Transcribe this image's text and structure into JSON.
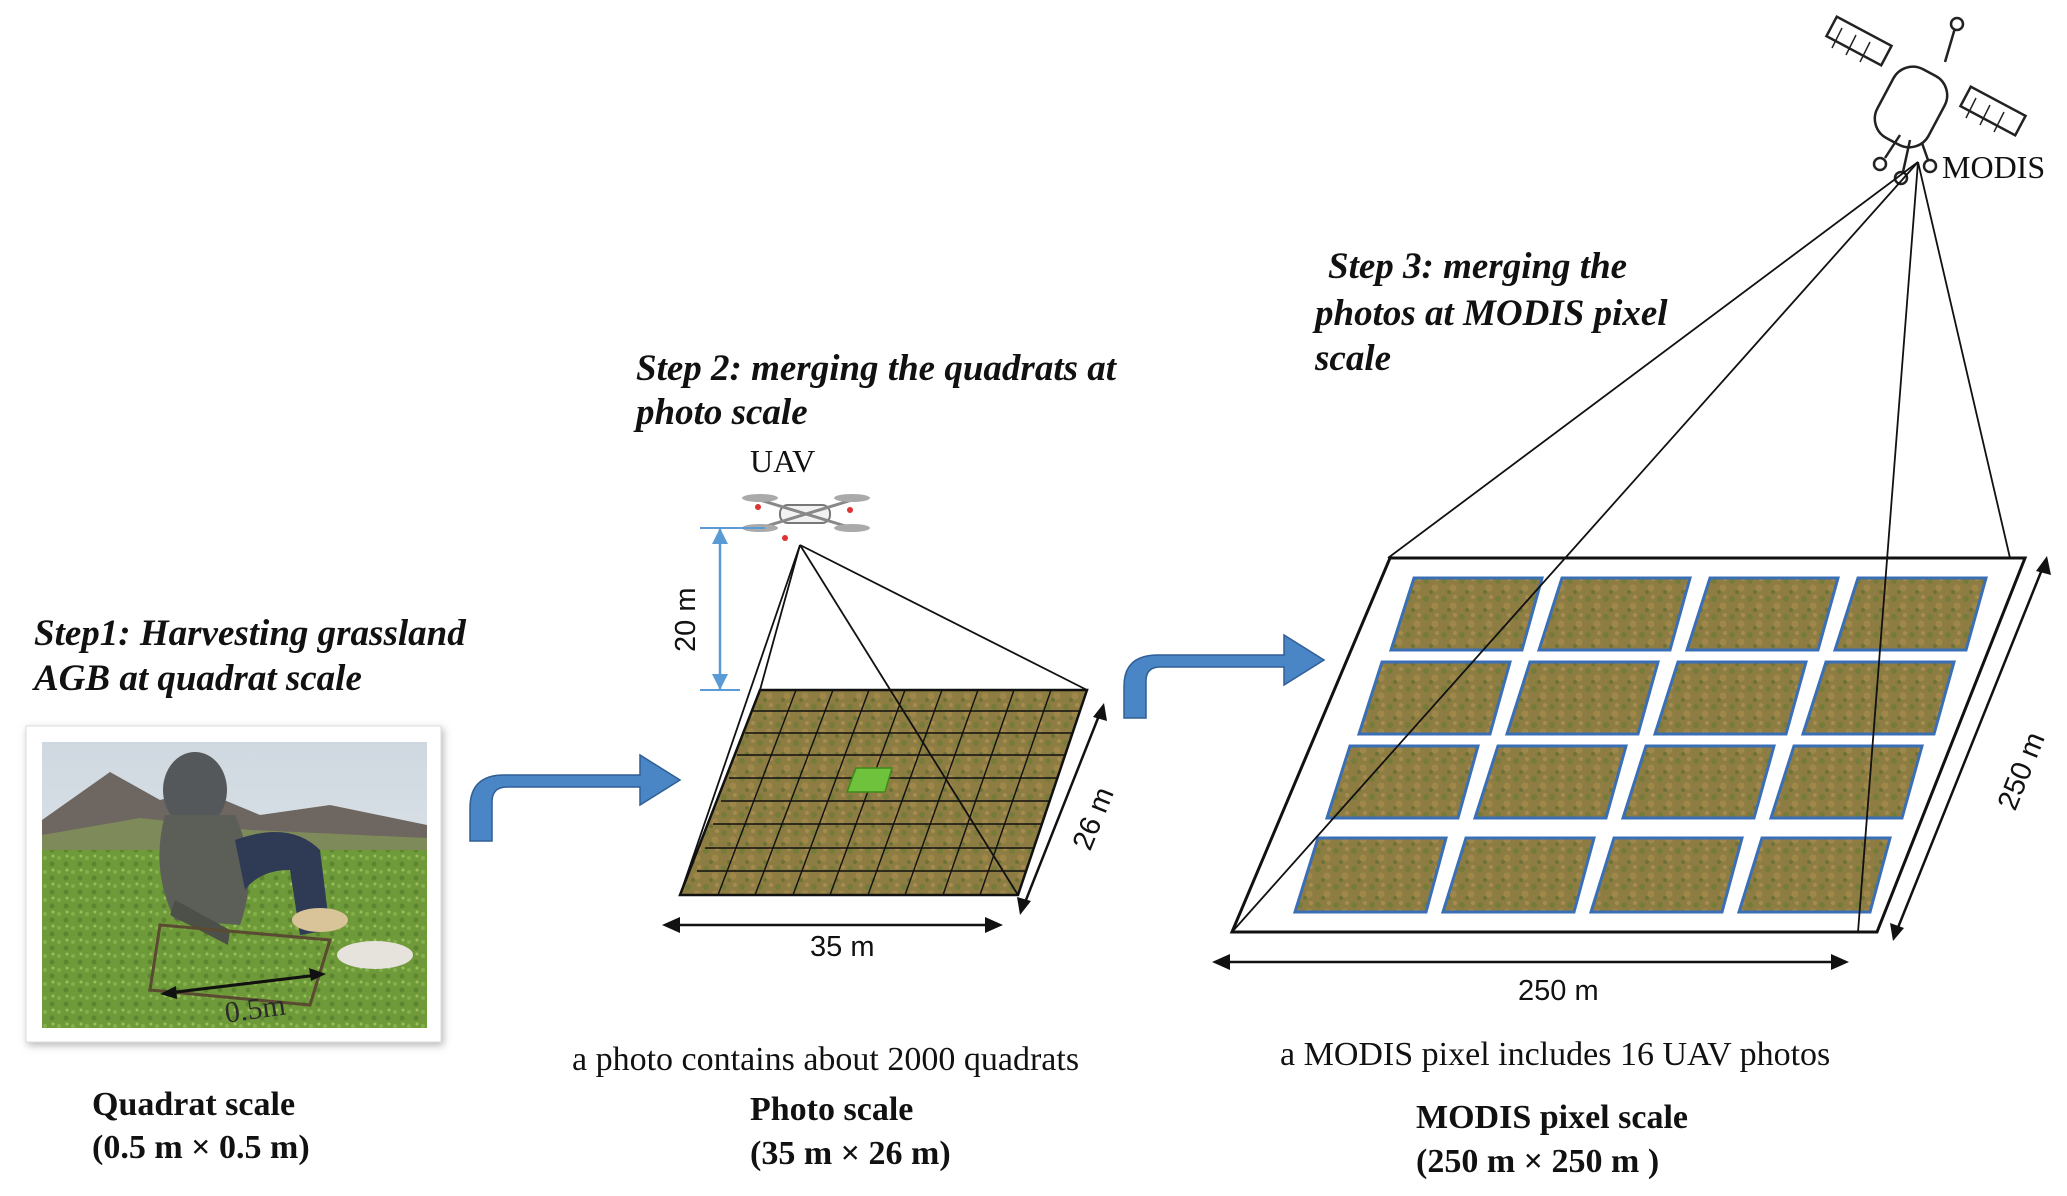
{
  "step1": {
    "line1": "Step1: Harvesting grassland",
    "line2": "AGB at quadrat scale"
  },
  "step2": {
    "line1": "Step 2: merging the quadrats at",
    "line2": "photo scale"
  },
  "step3": {
    "line1": "Step 3: merging the",
    "line2": "photos at MODIS pixel",
    "line3": "scale"
  },
  "labels": {
    "uav": "UAV",
    "modis": "MODIS"
  },
  "photo_dimension": "0.5m",
  "dimensions": {
    "uav_height": "20 m",
    "photo_width": "35 m",
    "photo_depth": "26 m",
    "modis_width": "250 m",
    "modis_depth": "250 m"
  },
  "captions": {
    "photo": "a photo contains about 2000 quadrats",
    "modis": "a MODIS pixel includes 16 UAV photos"
  },
  "scales": {
    "quadrat": {
      "name": "Quadrat scale",
      "size": "(0.5 m × 0.5 m)"
    },
    "photo": {
      "name": "Photo scale",
      "size": "(35 m × 26 m)"
    },
    "modis": {
      "name": "MODIS pixel scale",
      "size": "(250 m × 250 m )"
    }
  },
  "colors": {
    "arrow_fill": "#4a86c5",
    "dimension_blue": "#5b9bd5",
    "tile_border": "#3b6fb5",
    "grass_base": "#8b7a3e",
    "highlight_quadrat": "#6fc23c"
  }
}
